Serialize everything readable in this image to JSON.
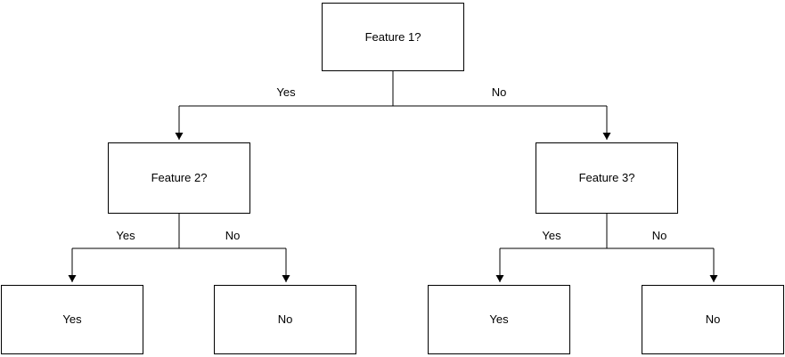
{
  "diagram": {
    "kind": "decision-tree-flowchart",
    "colors": {
      "background": "#ffffff",
      "node_fill": "#ffffff",
      "node_border": "#000000",
      "connector": "#000000",
      "text": "#000000"
    },
    "nodes": {
      "root": {
        "label": "Feature 1?"
      },
      "feature2": {
        "label": "Feature 2?"
      },
      "feature3": {
        "label": "Feature 3?"
      },
      "leaf_f2_yes": {
        "label": "Yes"
      },
      "leaf_f2_no": {
        "label": "No"
      },
      "leaf_f3_yes": {
        "label": "Yes"
      },
      "leaf_f3_no": {
        "label": "No"
      }
    },
    "edge_labels": {
      "root_to_feature2": "Yes",
      "root_to_feature3": "No",
      "feature2_to_yes": "Yes",
      "feature2_to_no": "No",
      "feature3_to_yes": "Yes",
      "feature3_to_no": "No"
    }
  }
}
